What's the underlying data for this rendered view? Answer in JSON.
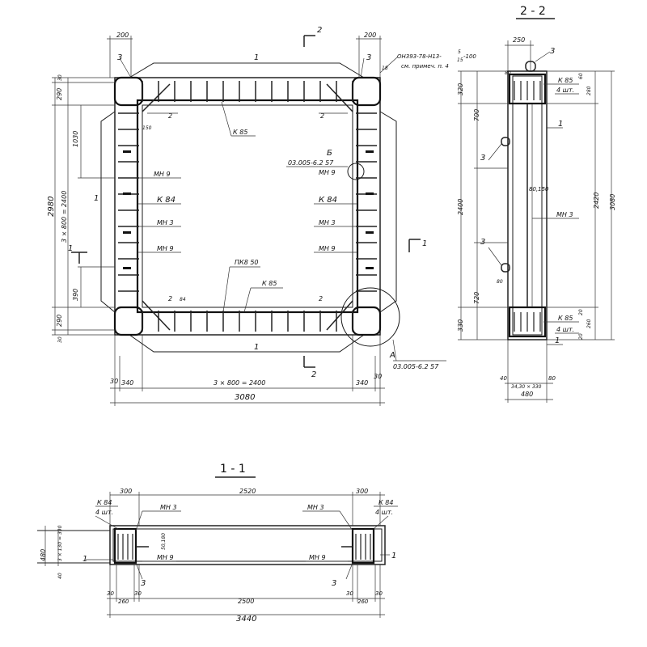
{
  "sections": {
    "s22_title": "2 - 2",
    "s11_title": "1 - 1"
  },
  "cut_marks": {
    "c1": "1",
    "c2": "2"
  },
  "plan": {
    "top_left_w": "200",
    "top_right_w": "200",
    "pos3": "3",
    "pos1": "1",
    "pos2": "2",
    "pos18": "18",
    "note_line1": "ОН393-78-Н13-",
    "note_frac_top": "5",
    "note_frac_bottom": "15",
    "note_after_frac": "-100",
    "note_line2": "см. примеч. п. 4",
    "k85": "К 85",
    "mn9": "МН 9",
    "k84": "К 84",
    "mn3": "МН 3",
    "pk850": "ПК8 50",
    "node_b": "Б",
    "node_b_ref": "03.005-6.2 57",
    "node_a": "А",
    "node_a_ref": "03.005-6.2 57",
    "dim_150": "150",
    "dim_84": "84",
    "left_dims": [
      "30",
      "290",
      "1030",
      "2980",
      "3 × 800 = 2400",
      "390",
      "290",
      "30"
    ],
    "bottom_dims": [
      "30",
      "340",
      "3 × 800 = 2400",
      "340",
      "30"
    ],
    "overall_w": "3080"
  },
  "s22": {
    "top_w": "250",
    "pos3": "3",
    "pos1": "1",
    "right_dims": [
      "280",
      "60"
    ],
    "k85": "К 85",
    "qty": "4 шт.",
    "dims_left": [
      "320",
      "700",
      "2400",
      "720",
      "330"
    ],
    "dim_80_150": "80,150",
    "mn3": "МН 3",
    "dims_right": [
      "2420",
      "3080",
      "20",
      "260",
      "20"
    ],
    "bottom": [
      "40",
      "34,30 × 330",
      "80"
    ],
    "w480": "480"
  },
  "s11": {
    "top_dims": [
      "300",
      "2520",
      "300"
    ],
    "k84": "К 84",
    "qty": "4 шт.",
    "mn3": "МН 3",
    "mn9": "МН 9",
    "left_dims": [
      "480",
      "3 × 130 = 390",
      "40"
    ],
    "dim_5080": "50,180",
    "pos1": "1",
    "pos3": "3",
    "bottom_dims": [
      "30",
      "260",
      "30",
      "2500",
      "30",
      "260",
      "30"
    ],
    "overall": "3440"
  }
}
